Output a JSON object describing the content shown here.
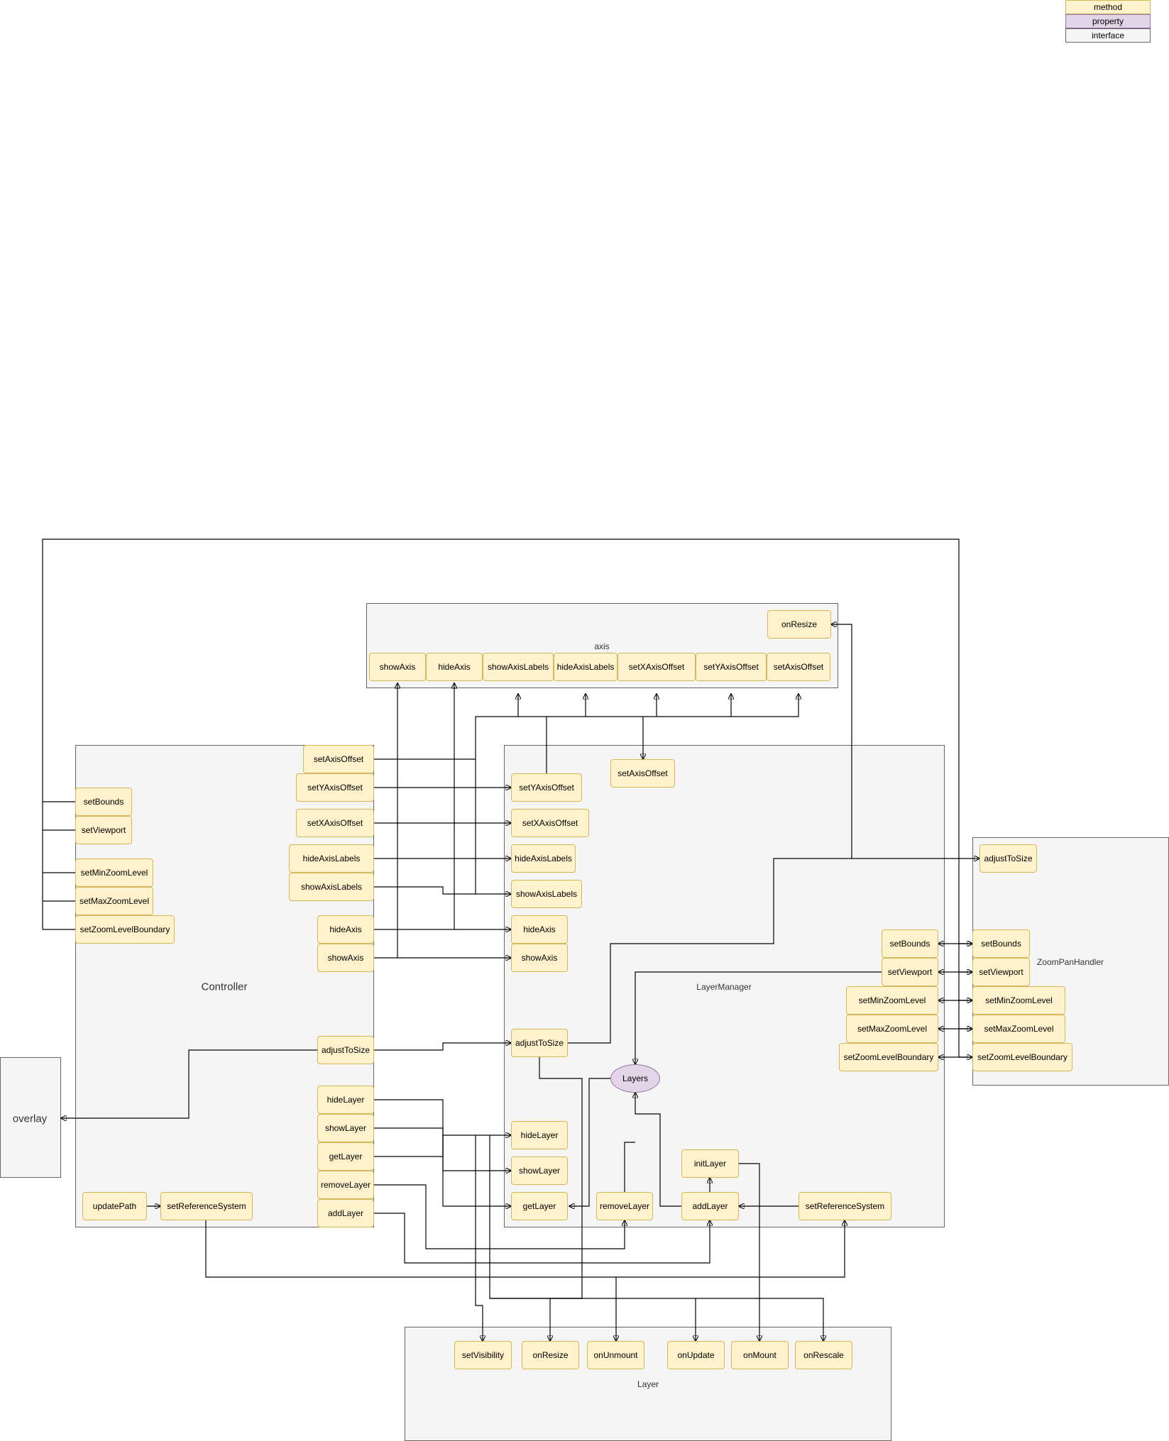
{
  "legend": {
    "method": "method",
    "property": "property",
    "interface": "interface"
  },
  "groups": {
    "axis": "axis",
    "controller": "Controller",
    "layer_manager": "LayerManager",
    "zoom_pan_handler": "ZoomPanHandler",
    "overlay": "overlay",
    "layer": "Layer"
  },
  "axis_methods": [
    "onResize",
    "showAxis",
    "hideAxis",
    "showAxisLabels",
    "hideAxisLabels",
    "setXAxisOffset",
    "setYAxisOffset",
    "setAxisOffset"
  ],
  "controller_methods": {
    "left": [
      "setBounds",
      "setViewport",
      "setMinZoomLevel",
      "setMaxZoomLevel",
      "setZoomLevelBoundary"
    ],
    "right": [
      "setAxisOffset",
      "setYAxisOffset",
      "setXAxisOffset",
      "hideAxisLabels",
      "showAxisLabels",
      "hideAxis",
      "showAxis",
      "adjustToSize",
      "hideLayer",
      "showLayer",
      "getLayer",
      "removeLayer",
      "addLayer"
    ],
    "bottom": [
      "updatePath",
      "setReferenceSystem"
    ]
  },
  "layer_manager_methods": {
    "axis_side": [
      "setAxisOffset",
      "setYAxisOffset",
      "setXAxisOffset",
      "hideAxisLabels",
      "showAxisLabels",
      "hideAxis",
      "showAxis",
      "adjustToSize"
    ],
    "zoom_side": [
      "setBounds",
      "setViewport",
      "setMinZoomLevel",
      "setMaxZoomLevel",
      "setZoomLevelBoundary"
    ],
    "layer_side": [
      "hideLayer",
      "showLayer",
      "getLayer",
      "removeLayer",
      "addLayer",
      "initLayer",
      "setReferenceSystem"
    ],
    "property": "Layers"
  },
  "zoom_pan_methods": [
    "adjustToSize",
    "setBounds",
    "setViewport",
    "setMinZoomLevel",
    "setMaxZoomLevel",
    "setZoomLevelBoundary"
  ],
  "layer_methods": [
    "setVisibility",
    "onResize",
    "onUnmount",
    "onUpdate",
    "onMount",
    "onRescale"
  ],
  "colors": {
    "method_fill": "#fff2cc",
    "method_stroke": "#d6b656",
    "property_fill": "#e1d5e7",
    "property_stroke": "#9673a6",
    "interface_fill": "#f5f5f5",
    "interface_stroke": "#666666"
  }
}
